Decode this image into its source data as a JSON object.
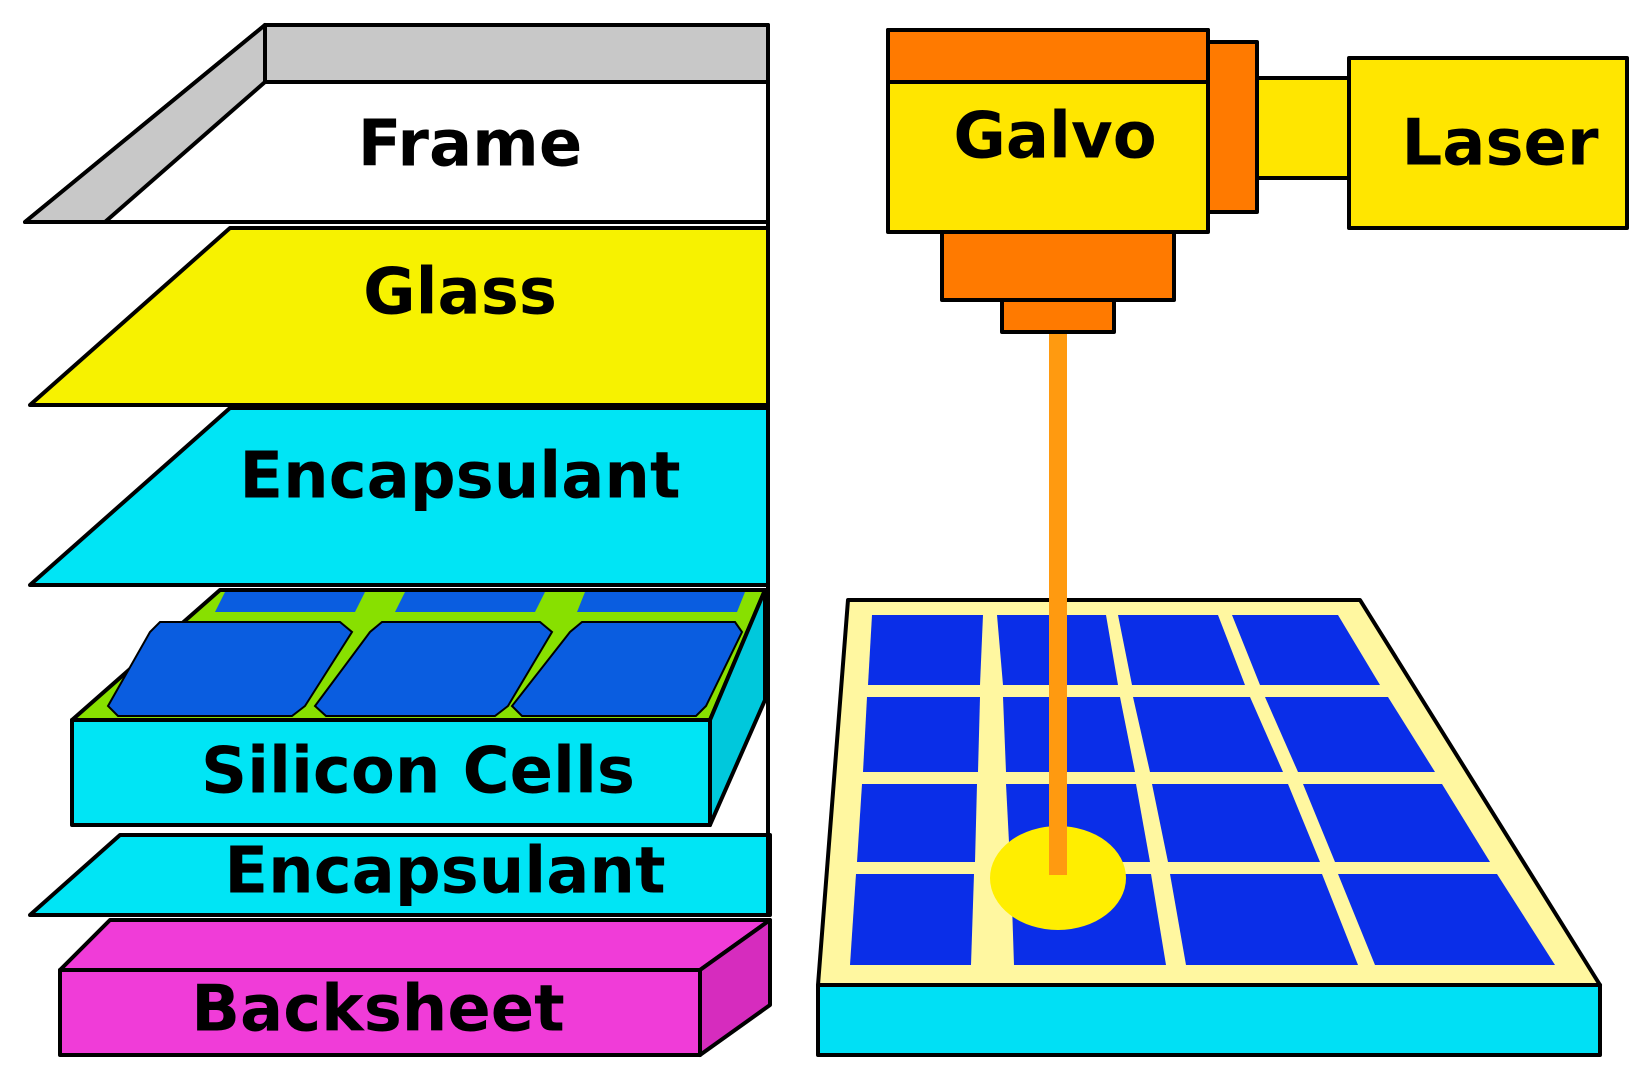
{
  "layers": {
    "frame": "Frame",
    "glass": "Glass",
    "encapsulant_top": "Encapsulant",
    "silicon_cells": "Silicon Cells",
    "encapsulant_bottom": "Encapsulant",
    "backsheet": "Backsheet"
  },
  "equipment": {
    "galvo": "Galvo",
    "laser": "Laser"
  },
  "colors": {
    "frame": "#ffffff",
    "frame_rail": "#c8c8c8",
    "glass": "#f7f200",
    "encapsulant": "#00e5f5",
    "cells": "#0a5de0",
    "cell_gaps": "#88e000",
    "backsheet": "#f03cd8",
    "galvo_orange": "#ff7a00",
    "laser_yellow": "#ffe600",
    "beam": "#ff9a10",
    "spot": "#ffee00",
    "panel_frame": "#fff7a0",
    "panel_cells": "#0a2ee8",
    "panel_base": "#00e0f5"
  }
}
